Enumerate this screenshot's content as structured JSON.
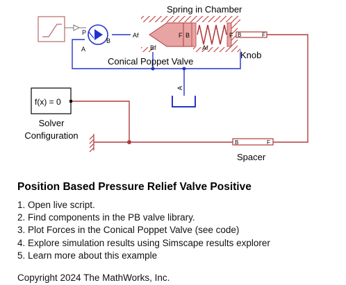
{
  "diagram": {
    "blocks": {
      "spring_chamber": "Spring in Chamber",
      "knob": "Knob",
      "conical_poppet_valve": "Conical Poppet Valve",
      "spacer": "Spacer",
      "solver_line1": "Solver",
      "solver_line2": "Configuration",
      "solver_expr": "f(x) = 0"
    },
    "ports": {
      "pump_p": "P",
      "pump_a": "A",
      "pump_b": "B",
      "poppet_af": "Af",
      "poppet_bf": "Bf",
      "poppet_f": "F",
      "spring_b": "B",
      "spring_af": "Af",
      "spring_f": "F",
      "knob_b": "B",
      "knob_f": "F",
      "tank_a": "A",
      "spacer_b": "B",
      "spacer_f": "F"
    }
  },
  "document": {
    "title": "Position Based Pressure Relief Valve Positive",
    "steps": [
      "1. Open live script.",
      "2. Find components in the PB valve library.",
      "3. Plot Forces in the Conical Poppet Valve (see code)",
      "4. Explore simulation results using Simscape results explorer",
      "5. Learn more about this example"
    ],
    "footer": "Copyright 2024 The MathWorks, Inc."
  },
  "colors": {
    "hydraulic_line": "#2233cc",
    "mechanical_line": "#b03a3a",
    "block_fill": "#e8a3a3"
  }
}
